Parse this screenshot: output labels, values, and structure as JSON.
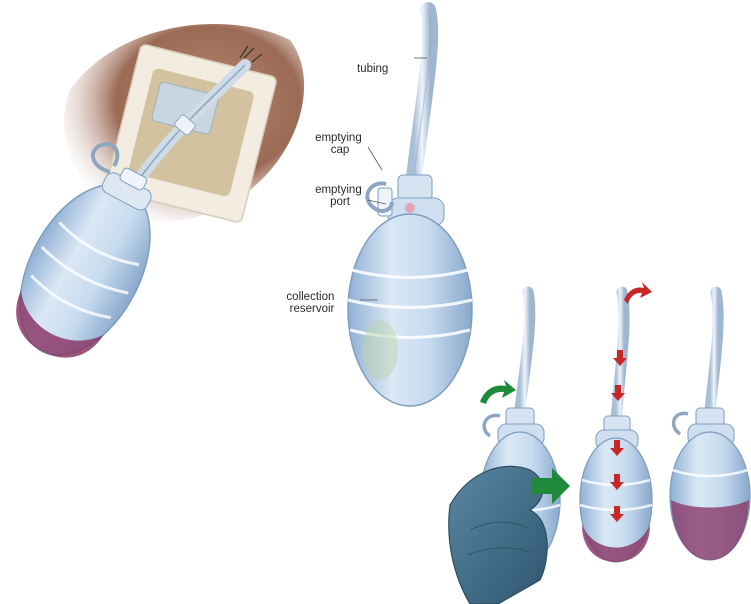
{
  "labels": {
    "tubing": "tubing",
    "emptying_cap": [
      "emptying",
      "cap"
    ],
    "emptying_port": [
      "emptying",
      "port"
    ],
    "collection_reservoir": [
      "collection",
      "reservoir"
    ]
  },
  "icons": {
    "squeeze_arrow": "arrow-right-icon",
    "cap_arrow": "curved-arrow-icon",
    "flow_arrows": "arrow-down-icon"
  },
  "colors": {
    "skin": "#9b6a55",
    "bulb": "#bcd3ea",
    "bulb_edge": "#7f9dbf",
    "fluid": "#8a3a68",
    "glove": "#3e6a86",
    "green_arrow": "#1f8a3a",
    "red_arrow": "#c62828"
  }
}
